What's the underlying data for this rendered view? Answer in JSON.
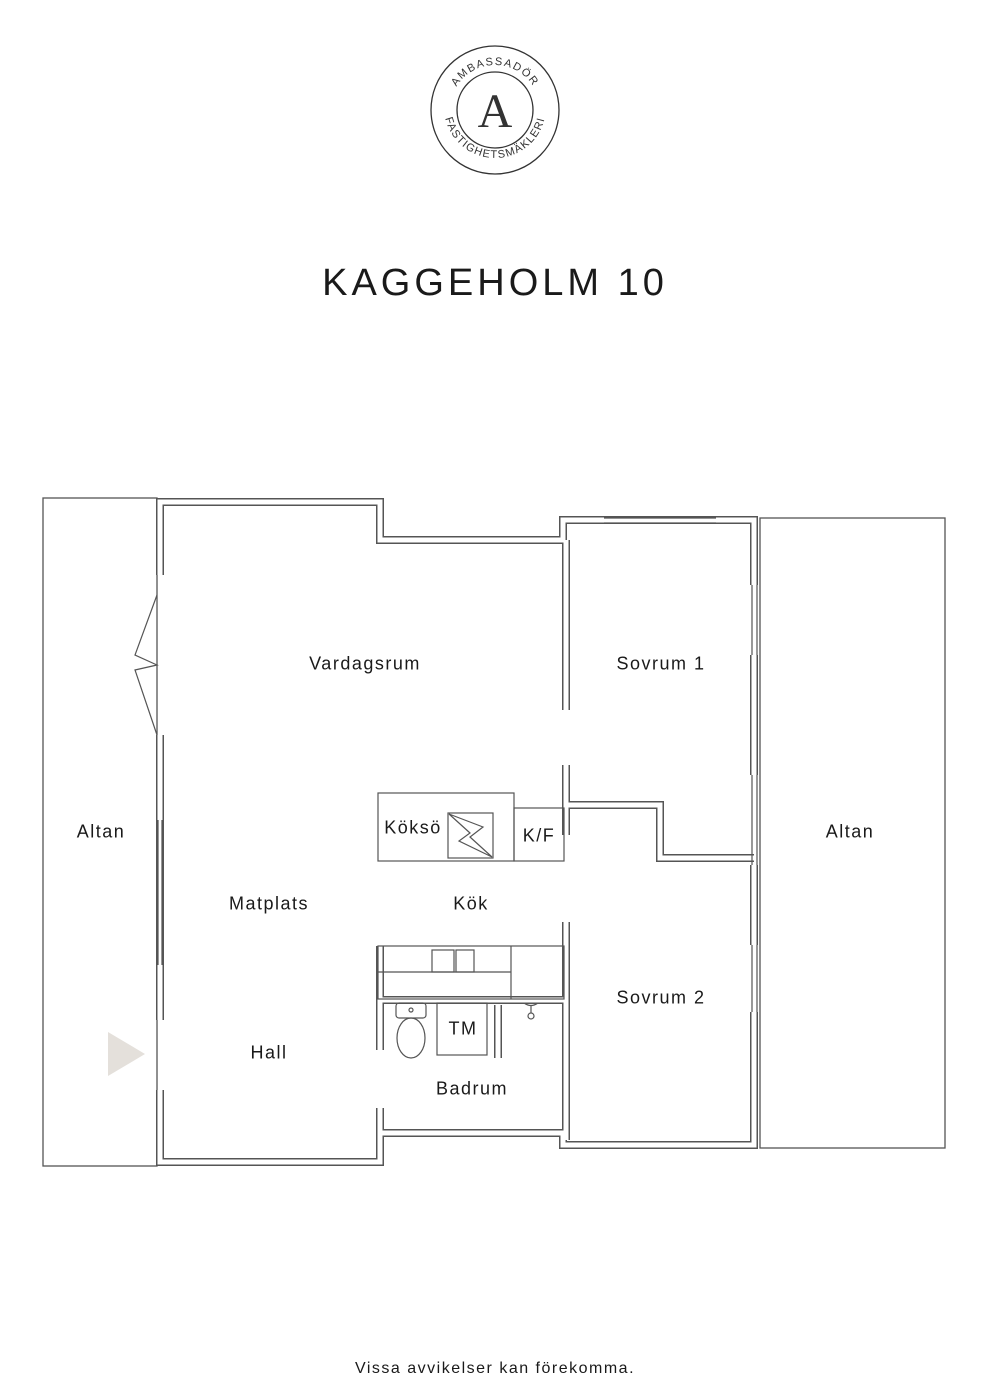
{
  "logo": {
    "top_text": "AMBASSADÖR",
    "bottom_text": "FASTIGHETSMÄKLERI",
    "monogram": "A"
  },
  "title": "KAGGEHOLM 10",
  "rooms": {
    "altan_left": "Altan",
    "vardagsrum": "Vardagsrum",
    "sovrum1": "Sovrum 1",
    "altan_right": "Altan",
    "kokso": "Köksö",
    "kf": "K/F",
    "matplats": "Matplats",
    "kok": "Kök",
    "sovrum2": "Sovrum 2",
    "tm": "TM",
    "hall": "Hall",
    "badrum": "Badrum"
  },
  "footer": "Vissa avvikelser kan förekomma.",
  "colors": {
    "wall": "#555555",
    "entrance_arrow": "#e4e0db"
  }
}
